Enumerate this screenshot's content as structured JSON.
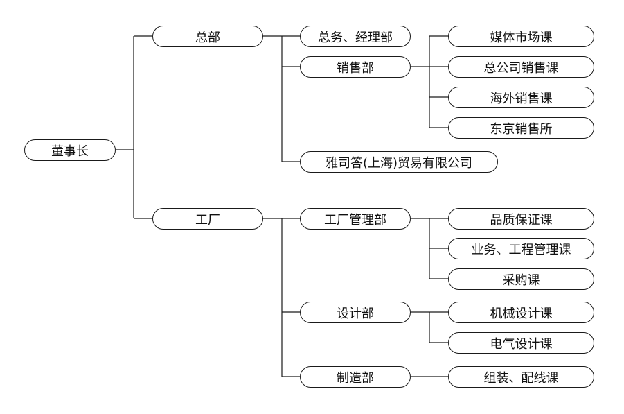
{
  "nodes": {
    "chairman": "董事长",
    "hq": "总部",
    "factory": "工厂",
    "general_affairs": "总务、经理部",
    "sales_dept": "销售部",
    "yasida": "雅司答(上海)贸易有限公司",
    "media_market": "媒体市场课",
    "hq_sales": "总公司销售课",
    "overseas_sales": "海外销售课",
    "tokyo_sales": "东京销售所",
    "factory_mgmt": "工厂管理部",
    "design_dept": "设计部",
    "manufacturing_dept": "制造部",
    "quality_assurance": "品质保证课",
    "business_engineering": "业务、工程管理课",
    "purchasing": "采购课",
    "mechanical_design": "机械设计课",
    "electrical_design": "电气设计课",
    "assembly_wiring": "组装、配线课"
  },
  "colors": {
    "line": "#1a1a1a",
    "background": "#ffffff",
    "text": "#111111"
  }
}
